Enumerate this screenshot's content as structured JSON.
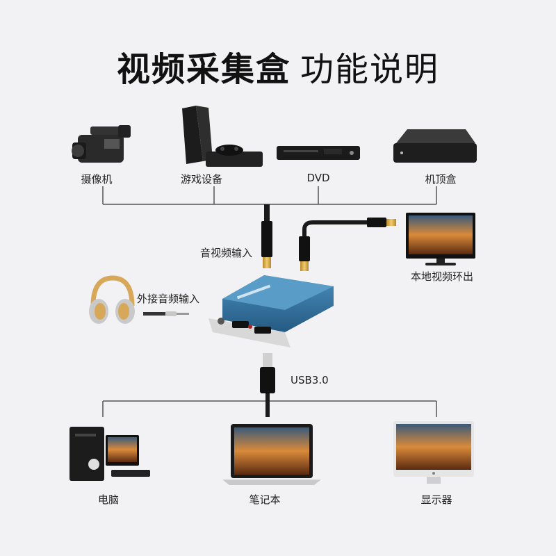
{
  "title": {
    "bold": "视频采集盒",
    "light": "功能说明"
  },
  "inputs": {
    "camcorder": "摄像机",
    "game_console": "游戏设备",
    "dvd": "DVD",
    "set_top_box": "机顶盒"
  },
  "links": {
    "av_input": "音视频输入",
    "ext_audio_input": "外接音频输入",
    "local_loop_out": "本地视频环出",
    "usb": "USB3.0"
  },
  "outputs": {
    "computer": "电脑",
    "laptop": "笔记本",
    "monitor": "显示器"
  },
  "colors": {
    "background": "#f2f2f4",
    "device_blue": "#2f6d9a",
    "connector_gold": "#d4a23a",
    "cable": "#1a1a1a"
  }
}
